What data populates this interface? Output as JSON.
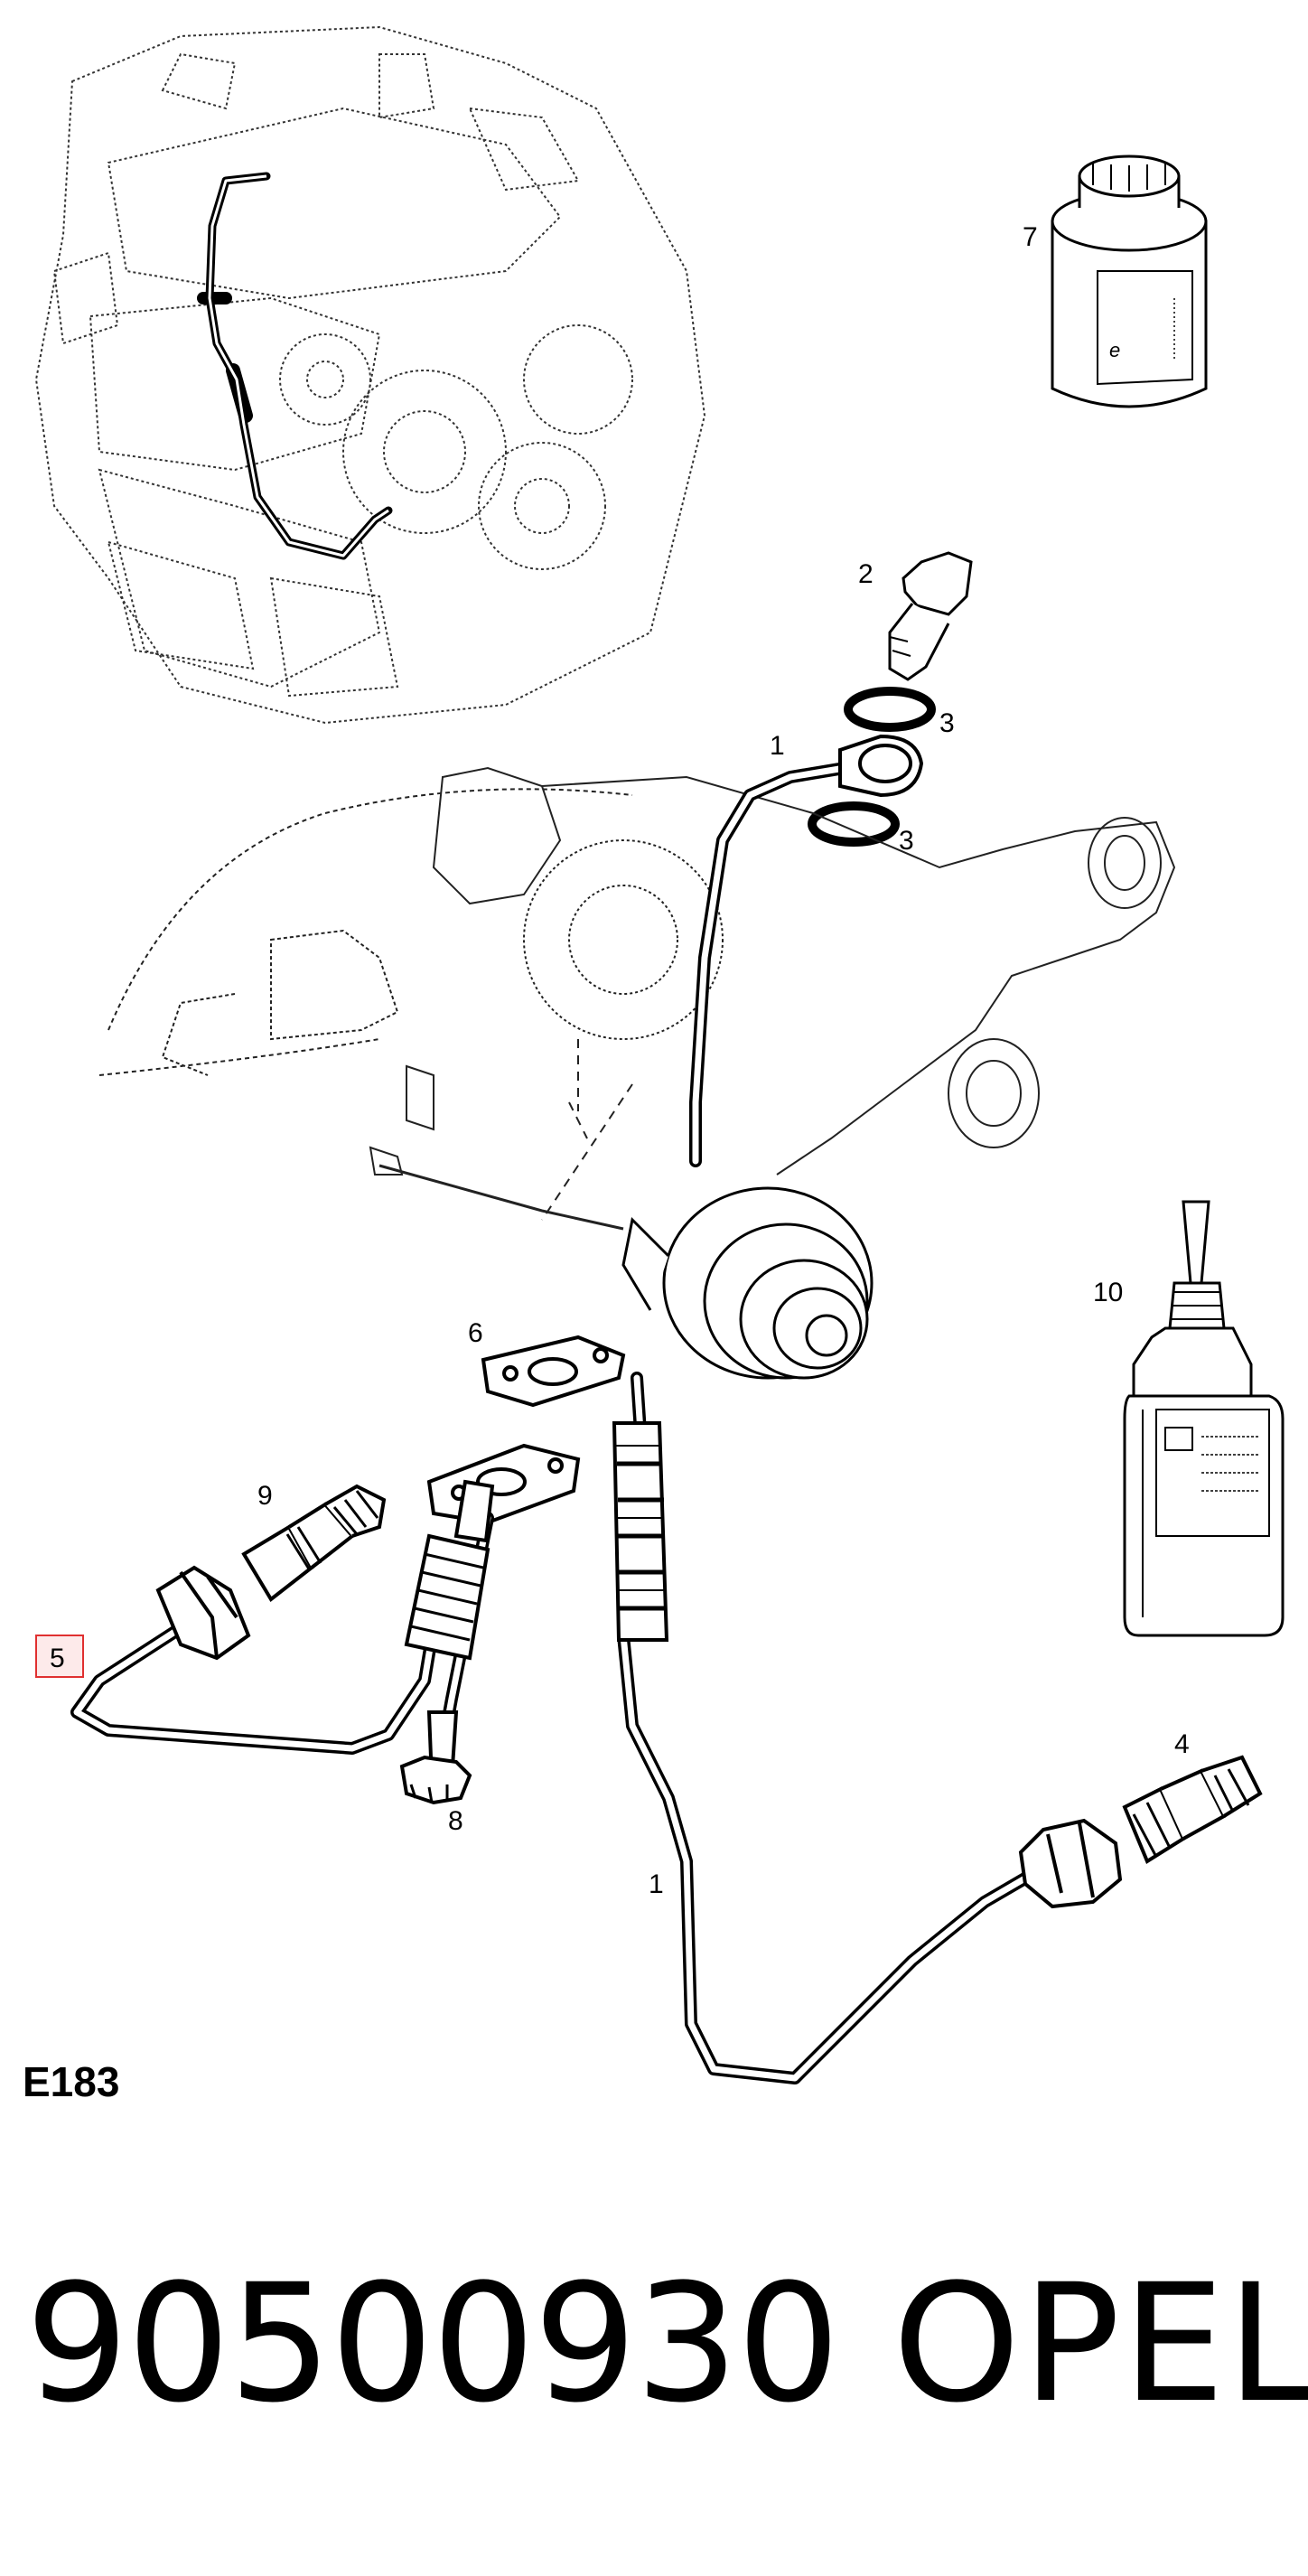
{
  "diagram": {
    "code": "E183",
    "callouts": [
      {
        "id": "c7",
        "text": "7"
      },
      {
        "id": "c2",
        "text": "2"
      },
      {
        "id": "c3a",
        "text": "3"
      },
      {
        "id": "c1a",
        "text": "1"
      },
      {
        "id": "c3b",
        "text": "3"
      },
      {
        "id": "c10",
        "text": "10"
      },
      {
        "id": "c6",
        "text": "6"
      },
      {
        "id": "c9",
        "text": "9"
      },
      {
        "id": "c5",
        "text": "5"
      },
      {
        "id": "c8",
        "text": "8"
      },
      {
        "id": "c4",
        "text": "4"
      },
      {
        "id": "c1b",
        "text": "1"
      }
    ],
    "highlight_color": "#e03030"
  },
  "footer": {
    "part_number": "90500930",
    "brand": "OPEL"
  }
}
